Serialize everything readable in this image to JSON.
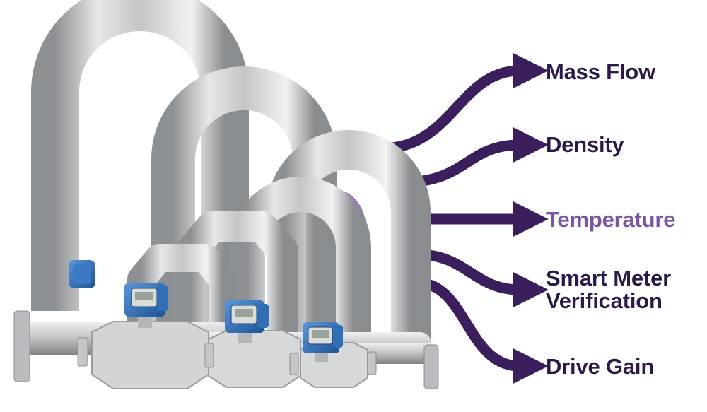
{
  "colors": {
    "arrow": "#3a1f5c",
    "highlight": "#7b55a4",
    "label_default": "#2b1a49",
    "steel": "#c7c9cb",
    "transmitter": "#2f6fb5"
  },
  "outputs": [
    {
      "label": "Mass Flow",
      "highlighted": false
    },
    {
      "label": "Density",
      "highlighted": false
    },
    {
      "label": "Temperature",
      "highlighted": true
    },
    {
      "label": "Smart Meter\nVerification",
      "highlighted": false
    },
    {
      "label": "Drive Gain",
      "highlighted": false
    }
  ]
}
